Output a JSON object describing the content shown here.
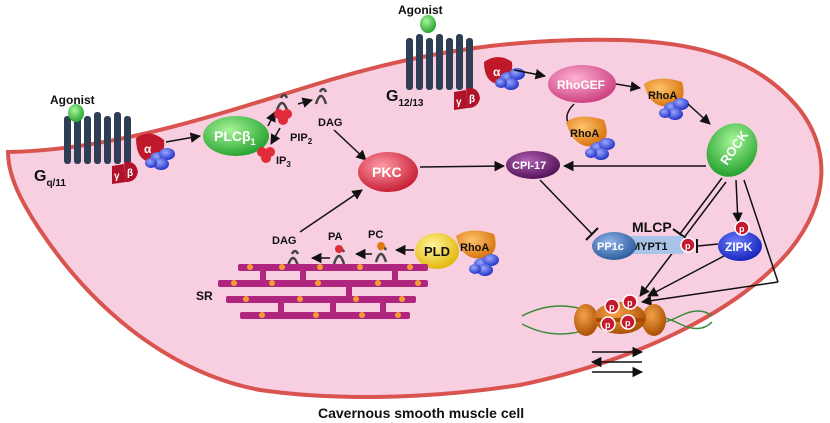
{
  "caption": "Cavernous smooth muscle cell",
  "receptors": {
    "gq": {
      "agonist": "Agonist",
      "label_main": "G",
      "label_sub": "q/11",
      "alpha": "α",
      "gamma": "γ",
      "beta": "β"
    },
    "g12": {
      "agonist": "Agonist",
      "label_main": "G",
      "label_sub": "12/13",
      "alpha": "α",
      "gamma": "γ",
      "beta": "β"
    }
  },
  "nodes": {
    "plc_main": "PLCβ",
    "plc_sub": "1",
    "pip_main": "PIP",
    "pip_sub": "2",
    "ip_main": "IP",
    "ip_sub": "3",
    "dag_top": "DAG",
    "pkc": "PKC",
    "cpi17": "CPI-17",
    "rhogef": "RhoGEF",
    "rhoa_top": "RhoA",
    "rhoa_mid": "RhoA",
    "rhoa_pld": "RhoA",
    "rock": "ROCK",
    "mlcp": "MLCP",
    "pp1c": "PP1c",
    "mypt1": "MYPT1",
    "zipk": "ZIPK",
    "pld": "PLD",
    "dag_sr": "DAG",
    "pa": "PA",
    "pc": "PC",
    "sr": "SR",
    "phospho": "p"
  },
  "colors": {
    "cell_fill": "#f8cfe0",
    "membrane": "#d9534f",
    "receptor": "#2e3f55",
    "alpha": "#c0182b",
    "plc": "#3cc43c",
    "pkc": "#e8374b",
    "cpi17": "#6b1a6e",
    "rhogef": "#e05896",
    "rhoa": "#f29a1e",
    "rock": "#36b53d",
    "pp1c": "#3b6fb3",
    "mypt1": "#a9c4e8",
    "zipk": "#1f2fd1",
    "pld": "#f5d60c",
    "sr": "#b0267f",
    "myosin": "#e07a12",
    "blue_protein": "#3a4fe0"
  }
}
